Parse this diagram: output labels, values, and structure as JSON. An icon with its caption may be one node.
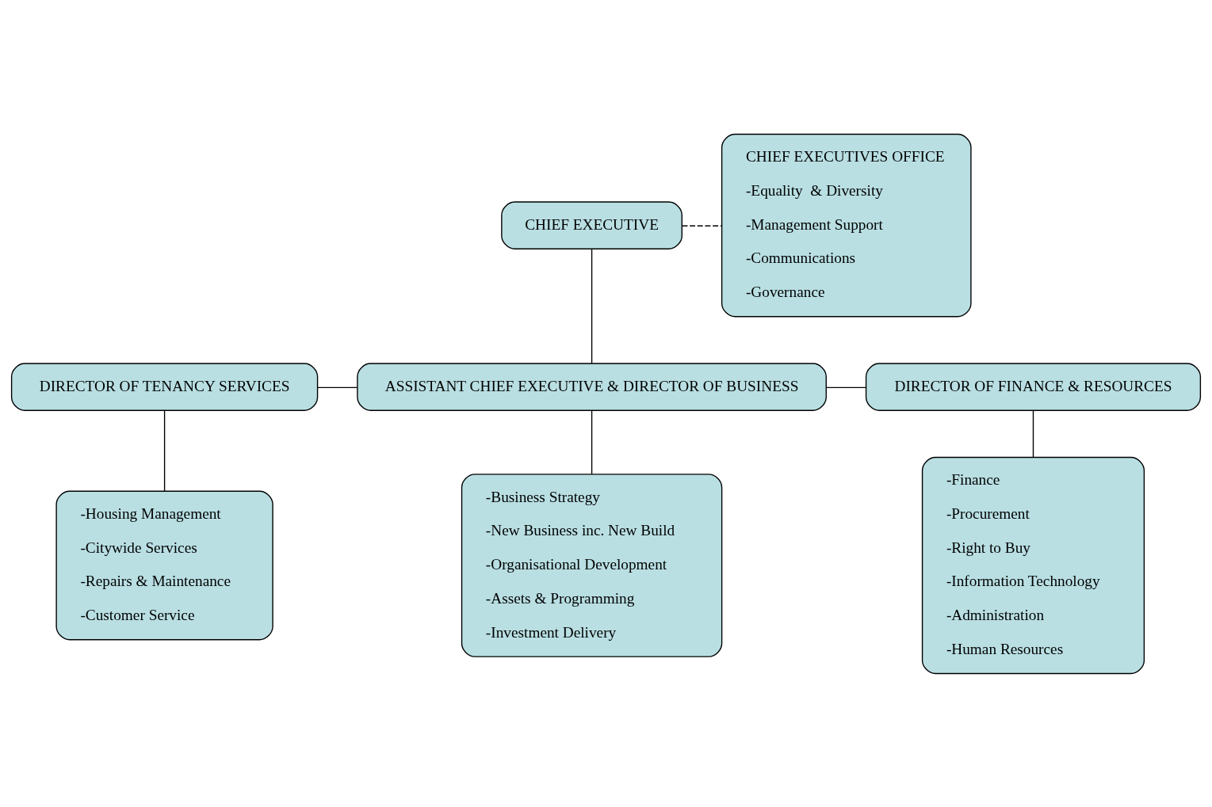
{
  "diagram": {
    "nodes": [
      {
        "text": [
          "CHIEF EXECUTIVE"
        ]
      },
      {
        "text": [
          "CHIEF EXECUTIVES OFFICE",
          "-Equality  & Diversity",
          "-Management Support",
          "-Communications",
          "-Governance"
        ]
      },
      {
        "text": [
          "DIRECTOR OF TENANCY SERVICES"
        ]
      },
      {
        "text": [
          "ASSISTANT CHIEF EXECUTIVE & DIRECTOR OF BUSINESS"
        ]
      },
      {
        "text": [
          "DIRECTOR OF FINANCE & RESOURCES"
        ]
      },
      {
        "text": [
          "-Housing Management",
          "-Citywide Services",
          "-Repairs & Maintenance",
          "-Customer Service"
        ]
      },
      {
        "text": [
          "-Business Strategy",
          "-New Business inc. New Build",
          "-Organisational Development",
          "-Assets & Programming",
          "-Investment Delivery"
        ]
      },
      {
        "text": [
          "-Finance",
          "-Procurement",
          "-Right to Buy",
          "-Information Technology",
          "-Administration",
          "-Human Resources"
        ]
      }
    ],
    "edges": [
      {
        "from": 0,
        "to": 1,
        "arrow": "none",
        "style": "dashed"
      },
      {
        "from": 0,
        "to": 3,
        "arrow": "none"
      },
      {
        "from": 2,
        "to": 3,
        "arrow": "none"
      },
      {
        "from": 3,
        "to": 4,
        "arrow": "none"
      },
      {
        "from": 2,
        "to": 5,
        "arrow": "none"
      },
      {
        "from": 3,
        "to": 6,
        "arrow": "none"
      },
      {
        "from": 4,
        "to": 7,
        "arrow": "none"
      }
    ]
  }
}
